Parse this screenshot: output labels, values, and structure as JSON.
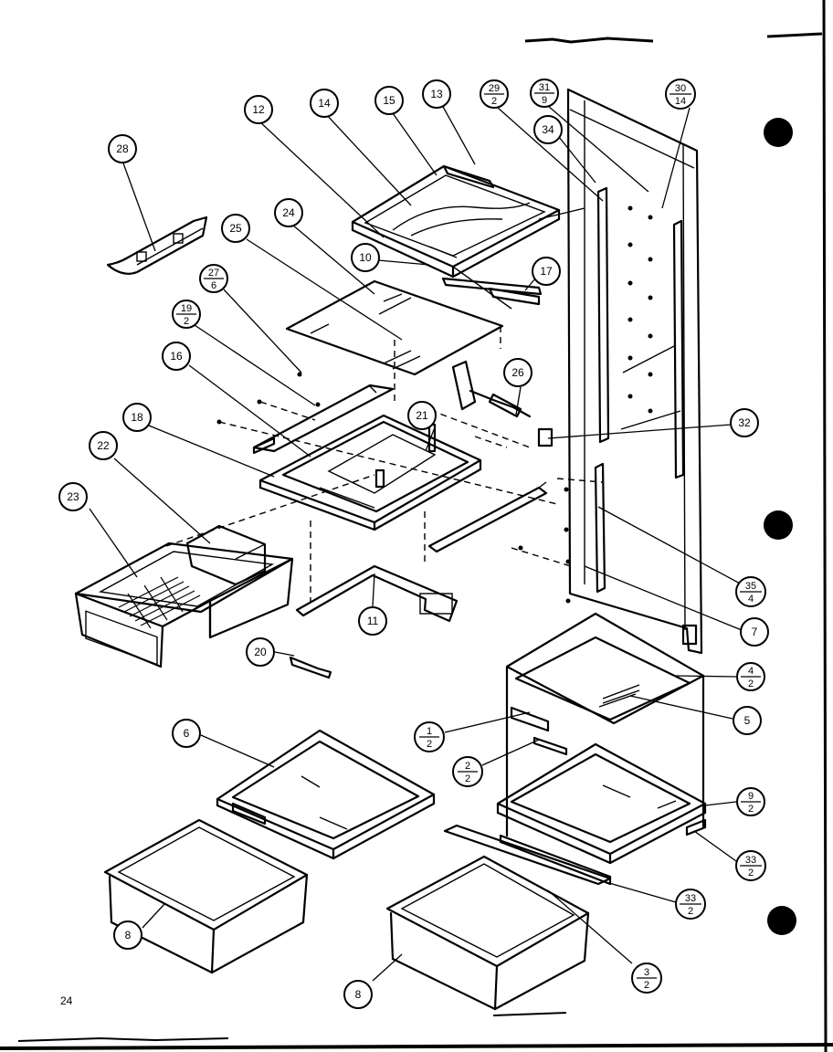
{
  "diagram": {
    "page_number": "24",
    "callouts": {
      "c28": "28",
      "c12": "12",
      "c14": "14",
      "c15": "15",
      "c13": "13",
      "c29": {
        "num": "29",
        "den": "2"
      },
      "c31": {
        "num": "31",
        "den": "9"
      },
      "c30": {
        "num": "30",
        "den": "14"
      },
      "c34": "34",
      "c24": "24",
      "c25": "25",
      "c10": "10",
      "c17": "17",
      "c27": {
        "num": "27",
        "den": "6"
      },
      "c19": {
        "num": "19",
        "den": "2"
      },
      "c16": "16",
      "c26": "26",
      "c21": "21",
      "c18": "18",
      "c32": "32",
      "c22": "22",
      "c23": "23",
      "c11": "11",
      "c35": {
        "num": "35",
        "den": "4"
      },
      "c7": "7",
      "c20": "20",
      "c4": {
        "num": "4",
        "den": "2"
      },
      "c5": "5",
      "c6": "6",
      "c1": {
        "num": "1",
        "den": "2"
      },
      "c2": {
        "num": "2",
        "den": "2"
      },
      "c9": {
        "num": "9",
        "den": "2"
      },
      "c33a": {
        "num": "33",
        "den": "2"
      },
      "c33b": {
        "num": "33",
        "den": "2"
      },
      "c3": {
        "num": "3",
        "den": "2"
      },
      "c8a": "8",
      "c8b": "8"
    }
  }
}
